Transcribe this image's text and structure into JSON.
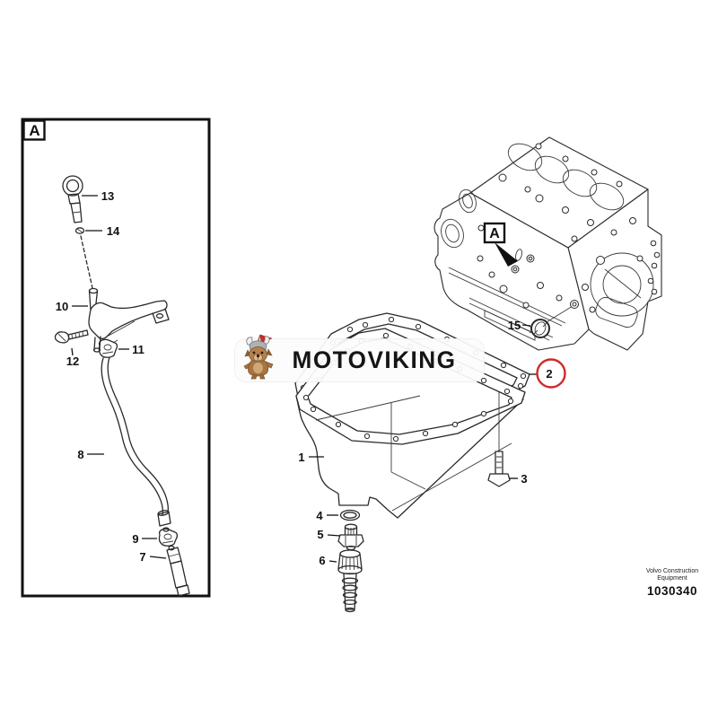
{
  "colors": {
    "line": "#2a2a2a",
    "label": "#111111",
    "highlight_red": "#cf2a2a",
    "background": "#ffffff"
  },
  "watermark": {
    "brand": "MOTOVIKING",
    "mascot": "viking-dog-mascot"
  },
  "detail_view": {
    "marker": "A"
  },
  "engine_block": {
    "marker": "A"
  },
  "callouts": {
    "c1": "1",
    "c2": "2",
    "c3": "3",
    "c4": "4",
    "c5": "5",
    "c6": "6",
    "c7": "7",
    "c8": "8",
    "c9": "9",
    "c10": "10",
    "c11": "11",
    "c12": "12",
    "c13": "13",
    "c14": "14",
    "c15": "15"
  },
  "highlight": {
    "part": "2"
  },
  "footer": {
    "brand_line1": "Volvo Construction",
    "brand_line2": "Equipment",
    "figure_number": "1030340"
  }
}
